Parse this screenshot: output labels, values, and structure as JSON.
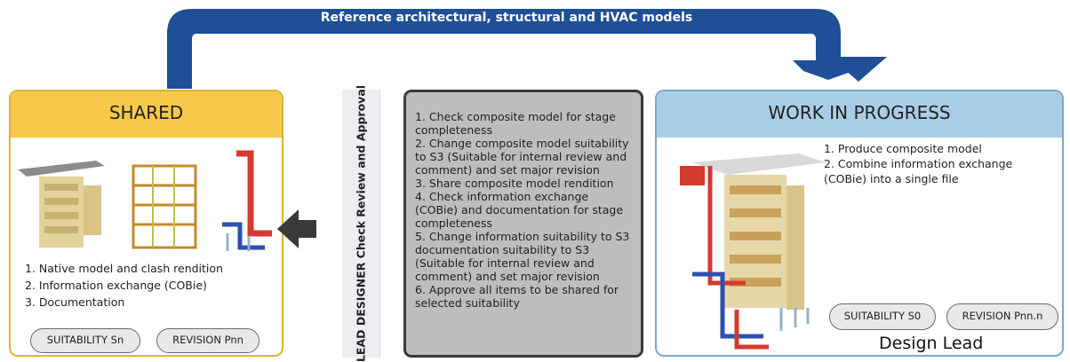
{
  "top_arrow": {
    "label": "Reference architectural, structural and HVAC models"
  },
  "shared": {
    "title": "SHARED",
    "items": [
      "1. Native model and clash rendition",
      "2. Information exchange (COBie)",
      "3. Documentation"
    ],
    "suitability": "SUITABILITY Sn",
    "revision": "REVISION Pnn"
  },
  "lead_designer": {
    "label": "LEAD DESIGNER Check Review and Approval",
    "steps": [
      "1. Check composite model for stage",
      "completeness",
      "2. Change composite model suitability",
      "to S3 (Suitable for internal review and",
      "comment) and set major revision",
      "3. Share composite model rendition",
      "4. Check information exchange",
      "(COBie) and documentation for stage",
      "completeness",
      "5. Change information suitability to S3",
      "documentation suitability to S3",
      "(Suitable for internal review and",
      "comment) and set major revision",
      "6. Approve all items to be shared for",
      "selected suitability"
    ]
  },
  "wip": {
    "title": "WORK IN PROGRESS",
    "items": [
      "1. Produce composite model",
      "2. Combine information exchange",
      "(COBie) into a single file"
    ],
    "suitability": "SUITABILITY S0",
    "revision": "REVISION Pnn.n",
    "role": "Design Lead"
  },
  "colors": {
    "arrow": "#1f4f96",
    "shared_header": "#f7c94a",
    "wip_header": "#a9cde6",
    "steps_bg": "#bdbdbd"
  },
  "icons": [
    "curved-arrow-icon",
    "left-arrow-icon"
  ]
}
